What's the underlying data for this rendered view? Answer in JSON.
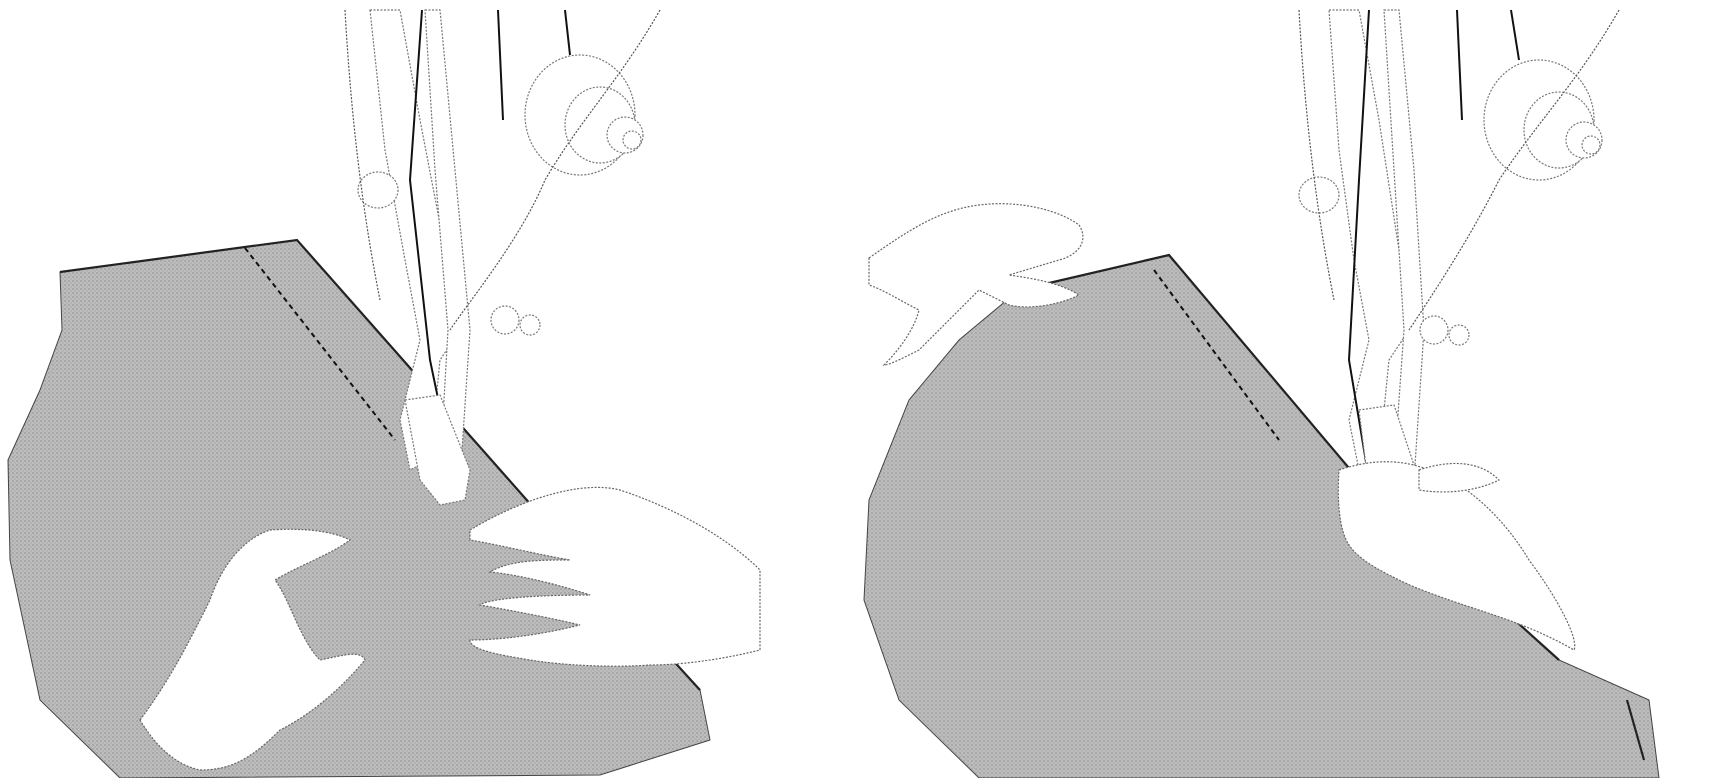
{
  "scene": {
    "description_visible_text": [],
    "colors": {
      "fabric": "#b8b8b8",
      "fabric_texture": "#8f8f8f",
      "background": "#ffffff",
      "line": "#222222",
      "skin": "#ffffff"
    },
    "panels": [
      {
        "id": "left",
        "icon": "sewing-illustration"
      },
      {
        "id": "right",
        "icon": "sewing-illustration"
      }
    ]
  }
}
